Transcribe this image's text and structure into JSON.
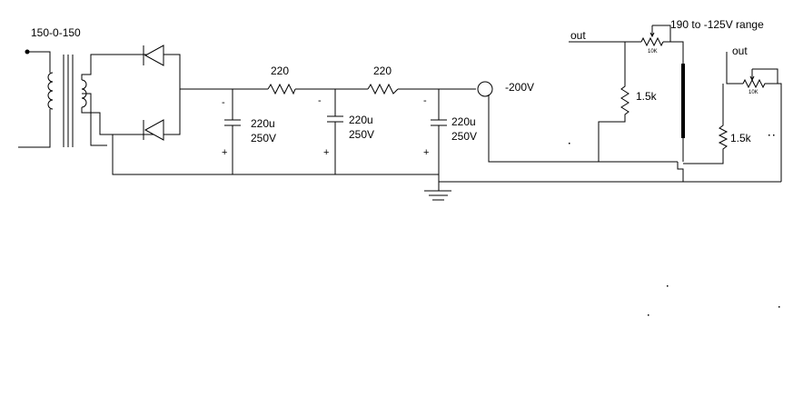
{
  "transformer": {
    "label": "150-0-150"
  },
  "filter": {
    "resistors": [
      {
        "label": "220"
      },
      {
        "label": "220"
      }
    ],
    "capacitors": [
      {
        "value": "220u",
        "voltage": "250V",
        "minus": "-",
        "plus": "+"
      },
      {
        "value": "220u",
        "voltage": "250V",
        "minus": "-",
        "plus": "+"
      },
      {
        "value": "220u",
        "voltage": "250V",
        "minus": "-",
        "plus": "+"
      }
    ]
  },
  "output_terminal": {
    "label": "-200V"
  },
  "range_note": "190 to -125V range",
  "divider_1": {
    "out_label": "out",
    "pot_label": "10K",
    "resistor_label": "1.5k"
  },
  "divider_2": {
    "out_label": "out",
    "pot_label": "10K",
    "resistor_label": "1.5k"
  },
  "colors": {
    "line": "#000000",
    "background": "#ffffff"
  }
}
